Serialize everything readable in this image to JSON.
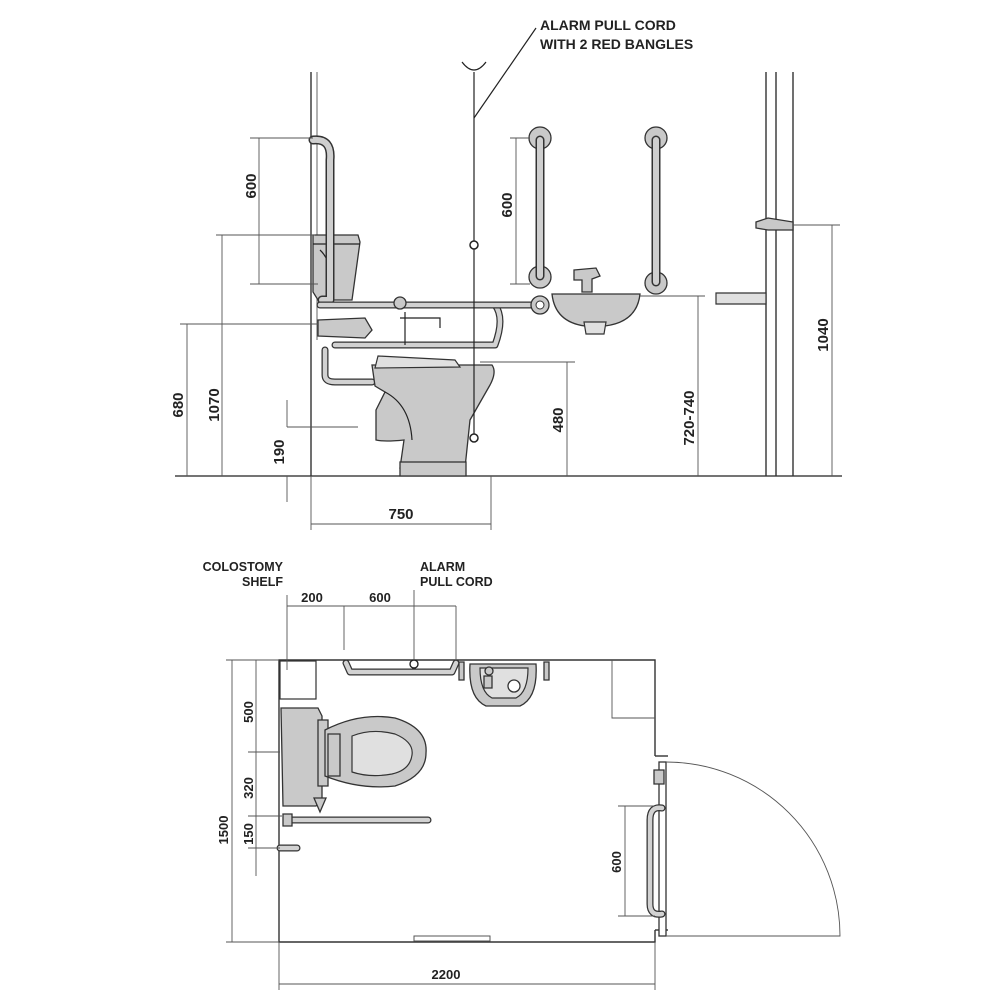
{
  "elevation": {
    "callout": {
      "alarm_line1": "ALARM PULL CORD",
      "alarm_line2": "WITH 2 RED BANGLES"
    },
    "dimensions": {
      "d600_rail_left": "600",
      "d600_rail_basin": "600",
      "d680": "680",
      "d1070": "1070",
      "d190": "190",
      "d480": "480",
      "d720_740": "720-740",
      "d1040": "1040",
      "d750": "750"
    }
  },
  "plan": {
    "labels": {
      "colostomy_line1": "COLOSTOMY",
      "colostomy_line2": "SHELF",
      "alarm_line1": "ALARM",
      "alarm_line2": "PULL CORD"
    },
    "dimensions": {
      "d200": "200",
      "d600_top": "600",
      "d500": "500",
      "d320": "320",
      "d150": "150",
      "d1500": "1500",
      "d600_door": "600",
      "d2200": "2200"
    }
  }
}
